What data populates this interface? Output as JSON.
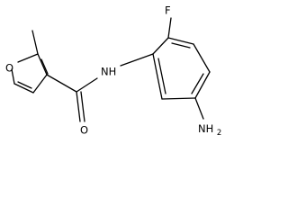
{
  "molecule": {
    "labels": {
      "oxygen_ring": "O",
      "oxygen_carbonyl": "O",
      "amide_nh": "NH",
      "fluorine": "F",
      "amine": "NH",
      "amine_subscript": "2"
    }
  }
}
